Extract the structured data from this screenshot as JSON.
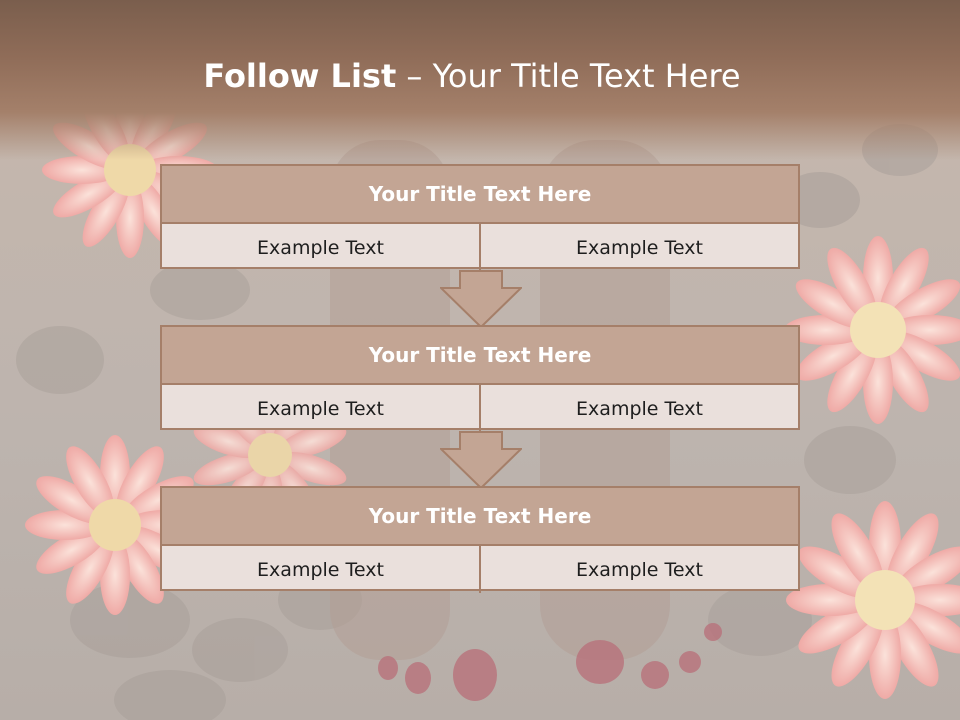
{
  "title": {
    "bold": "Follow List",
    "rest": "– Your Title Text Here"
  },
  "blocks": [
    {
      "title": "Your Title Text Here",
      "cells": [
        "Example Text",
        "Example Text"
      ]
    },
    {
      "title": "Your Title Text Here",
      "cells": [
        "Example Text",
        "Example Text"
      ]
    },
    {
      "title": "Your Title Text Here",
      "cells": [
        "Example Text",
        "Example Text"
      ]
    }
  ],
  "colors": {
    "header": "#8f6c58",
    "block_head": "#c3a594",
    "block_border": "#a57f69",
    "block_body": "#eae0dc",
    "flower": "#f2b7b3"
  }
}
